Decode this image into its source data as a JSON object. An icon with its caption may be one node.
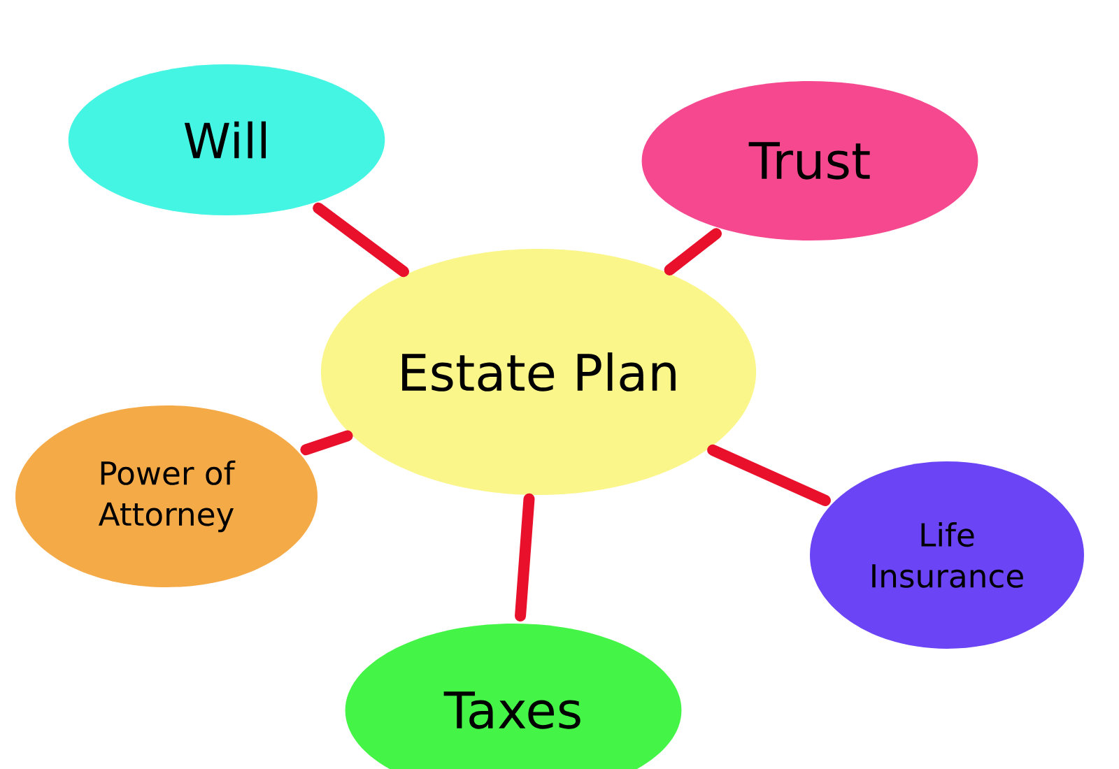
{
  "diagram": {
    "nodes": [
      {
        "text": [
          "Estate Plan"
        ]
      },
      {
        "text": [
          "Will"
        ]
      },
      {
        "text": [
          "Trust"
        ]
      },
      {
        "text": [
          "Power of Attorney"
        ]
      },
      {
        "text": [
          "Life Insurance"
        ]
      },
      {
        "text": [
          "Taxes"
        ]
      }
    ],
    "edges": [
      {
        "from": 0,
        "to": 1,
        "arrow": "none"
      },
      {
        "from": 0,
        "to": 2,
        "arrow": "none"
      },
      {
        "from": 0,
        "to": 3,
        "arrow": "none"
      },
      {
        "from": 0,
        "to": 4,
        "arrow": "none"
      },
      {
        "from": 0,
        "to": 5,
        "arrow": "none"
      }
    ]
  }
}
